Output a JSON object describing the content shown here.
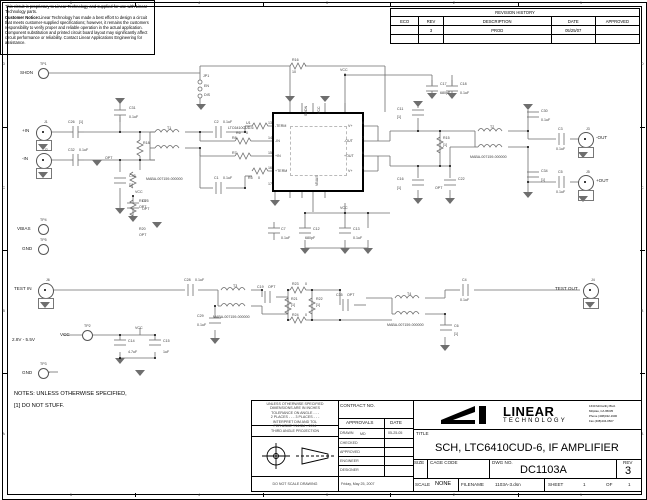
{
  "sheet": {
    "zone_marks_top": [
      "5",
      "4",
      "3",
      "2",
      "1"
    ],
    "zone_marks_bottom": [
      "5",
      "4",
      "3",
      "2",
      "1"
    ],
    "zone_marks_side": [
      "D",
      "C",
      "B",
      "A"
    ]
  },
  "notice": {
    "line1": "This circuit is proprietary to Linear Technology and supplied for use with Linear Technology parts.",
    "bold_label": "Customer Notice:",
    "body": "Linear Technology has made a best effort to design a circuit that meets customer-supplied specifications; however, it remains the customers responsibility to verify proper and reliable operation in the actual application. Component substitution and printed circuit board layout may significantly affect circuit performance or reliability. Contact Linear Applications Engineering for assistance."
  },
  "revision_history": {
    "title": "REVISION HISTORY",
    "columns": [
      "ECO",
      "REV",
      "DESCRIPTION",
      "DATE",
      "APPROVED"
    ],
    "rows": [
      {
        "eco": "",
        "rev": "3",
        "description": "PROD",
        "date": "05/25/07",
        "approved": ""
      },
      {
        "eco": "",
        "rev": "",
        "description": "",
        "date": "",
        "approved": ""
      }
    ]
  },
  "title_block": {
    "tolerance_note": {
      "l1": "UNLESS OTHERWISE SPECIFIED",
      "l2": "DIMENSIONS ARE IN INCHES",
      "l3": "TOLERANCE ON ANGLE - - -",
      "l4": "2 PLACES - - -   3 PLACES - - -",
      "l5": "INTERPRET DIM AND TOL",
      "l6": "PER ASME Y14.5M - 1994"
    },
    "projection_label": "THIRD ANGLE PROJECTION",
    "do_not_scale": "DO NOT SCALE DRAWING",
    "contract_no_label": "CONTRACT NO.",
    "approvals_label": "APPROVALS",
    "date_label": "DATE",
    "rows": [
      {
        "label": "DRAWN",
        "value": "MD",
        "date": "05-25-05"
      },
      {
        "label": "CHECKED",
        "value": "",
        "date": ""
      },
      {
        "label": "APPROVED",
        "value": "",
        "date": ""
      },
      {
        "label": "ENGINEER",
        "value": "",
        "date": ""
      },
      {
        "label": "DESIGNER",
        "value": "",
        "date": ""
      }
    ],
    "plot_date": "Friday, May 25, 2007",
    "company_name": "LINEAR",
    "company_sub": "TECHNOLOGY",
    "address": {
      "l1": "1630 McCarthy Blvd.",
      "l2": "Milpitas, CA 95035",
      "l3": "Phone (408)432-1900",
      "l4": "Fax (408)434-0507"
    },
    "title_label": "TITLE",
    "title_value": "SCH, LTC6410CUD-6, IF AMPLIFIER",
    "size_label": "SIZE",
    "size_value": "",
    "cage_label": "CAGE CODE",
    "cage_value": "",
    "dwgno_label": "DWG NO.",
    "dwgno_value": "DC1103A",
    "rev_label": "REV",
    "rev_value": "3",
    "scale_label": "SCALE",
    "scale_value": "NONE",
    "filename_label": "FILENAME",
    "filename_value": "1103A-3.dsn",
    "sheet_label": "SHEET",
    "sheet_value": "1",
    "of_label": "OF",
    "of_value": "1"
  },
  "notes": {
    "heading": "NOTES: UNLESS OTHERWISE SPECIFIED,",
    "item1": "[1]   DO NOT STUFF."
  },
  "schematic": {
    "ic": {
      "refdes": "U1",
      "part": "LTC6410CUD-6",
      "pins_left": [
        "-TERM",
        "-IN",
        "+IN",
        "+TERM"
      ],
      "pins_right": [
        "V+",
        "-OUT",
        "+OUT",
        "V+"
      ],
      "pins_top": [
        "SHDN",
        "VCC"
      ],
      "pins_bottom": [
        "VBIAS"
      ],
      "pin_numbers_left": [
        "13",
        "14",
        "15",
        "16"
      ],
      "pin_numbers_right": [
        "8",
        "7",
        "6",
        "5"
      ],
      "corner_pins": [
        "12",
        "11",
        "10",
        "9",
        "4",
        "3",
        "2",
        "1",
        "17"
      ]
    },
    "labels": {
      "shdn": "SHDN",
      "vcc_top": "VCC",
      "vcc_mid": "VCC",
      "vcc_left": "VCC",
      "vcc_test": "VCC",
      "vbias": "VBIAS",
      "gnd": "GND",
      "test_in": "TEST IN",
      "test_out": "TEST OUT",
      "plus_in": "+IN",
      "minus_in": "-IN",
      "plus_out": "+OUT",
      "minus_out": "-OUT",
      "vcc_range": "2.8V - 5.5V",
      "en": "EN",
      "dis": "DIS"
    },
    "testpoints": [
      {
        "ref": "TP1",
        "name": "SHDN"
      },
      {
        "ref": "TP4",
        "name": "VBIAS"
      },
      {
        "ref": "TP5",
        "name": "GND"
      },
      {
        "ref": "TP3",
        "name": "GND"
      },
      {
        "ref": "TP2",
        "name": "VCC"
      }
    ],
    "connectors": [
      {
        "ref": "J1",
        "label": "+IN"
      },
      {
        "ref": "J2",
        "label": "-IN"
      },
      {
        "ref": "J6",
        "label": "TEST IN"
      },
      {
        "ref": "J3",
        "label": "-OUT"
      },
      {
        "ref": "J5",
        "label": "+OUT"
      },
      {
        "ref": "J4",
        "label": "TEST OUT"
      }
    ],
    "transformers": [
      {
        "ref": "T1",
        "part": "MABA-007159-000000"
      },
      {
        "ref": "T2",
        "part": "MABA-007159-000000"
      },
      {
        "ref": "T3",
        "part": "MABA-007159-000000"
      },
      {
        "ref": "T4",
        "part": "MABA-007159-000000"
      }
    ],
    "jumper": {
      "ref": "JP1",
      "pos1": "EN",
      "pos2": "DIS"
    },
    "capacitors": [
      {
        "ref": "C26",
        "value": "[1]"
      },
      {
        "ref": "C32",
        "value": "0.1uF"
      },
      {
        "ref": "C31",
        "value": "0.1uF"
      },
      {
        "ref": "C33",
        "value": "[1]"
      },
      {
        "ref": "C25",
        "value": "OPT"
      },
      {
        "ref": "C2",
        "value": "0.1uF"
      },
      {
        "ref": "C1",
        "value": "0.1uF"
      },
      {
        "ref": "C17",
        "value": "680pF"
      },
      {
        "ref": "C18",
        "value": "0.1uF"
      },
      {
        "ref": "C11",
        "value": "[1]"
      },
      {
        "ref": "C16",
        "value": "[1]"
      },
      {
        "ref": "C22",
        "value": "OPT"
      },
      {
        "ref": "C7",
        "value": "0.1uF"
      },
      {
        "ref": "C12",
        "value": "680pF"
      },
      {
        "ref": "C13",
        "value": "0.1uF"
      },
      {
        "ref": "C30",
        "value": "0.1uF"
      },
      {
        "ref": "C34",
        "value": "[1]"
      },
      {
        "ref": "C3",
        "value": "0.1uF"
      },
      {
        "ref": "C5",
        "value": "0.1uF"
      },
      {
        "ref": "C6",
        "value": "[1]"
      },
      {
        "ref": "C4",
        "value": "0.1uF"
      },
      {
        "ref": "C28",
        "value": "0.1uF"
      },
      {
        "ref": "C29",
        "value": "0.1uF"
      },
      {
        "ref": "C19",
        "value": "OPT"
      },
      {
        "ref": "C35",
        "value": "OPT"
      },
      {
        "ref": "C14",
        "value": "4.7uF"
      },
      {
        "ref": "C15",
        "value": "1uF"
      }
    ],
    "resistors": [
      {
        "ref": "R16",
        "value": "10"
      },
      {
        "ref": "R6",
        "value": "0"
      },
      {
        "ref": "R8",
        "value": "0"
      },
      {
        "ref": "R7",
        "value": "0"
      },
      {
        "ref": "R5",
        "value": "0"
      },
      {
        "ref": "R18",
        "value": "OPT"
      },
      {
        "ref": "R19",
        "value": "OPT"
      },
      {
        "ref": "R20",
        "value": "OPT"
      },
      {
        "ref": "R15",
        "value": "[1]"
      },
      {
        "ref": "R23",
        "value": "0"
      },
      {
        "ref": "R24",
        "value": "0"
      },
      {
        "ref": "R21",
        "value": "[1]"
      },
      {
        "ref": "R22",
        "value": "[1]"
      }
    ]
  }
}
